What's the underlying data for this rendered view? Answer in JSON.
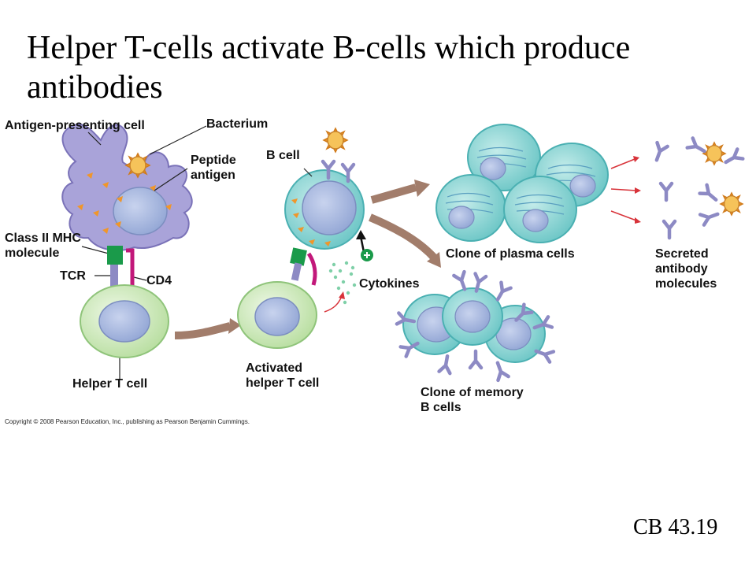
{
  "slide": {
    "title": "Helper T-cells activate B-cells which produce antibodies",
    "reference": "CB 43.19",
    "copyright": "Copyright © 2008 Pearson Education, Inc., publishing as Pearson Benjamin Cummings."
  },
  "labels": {
    "apc": "Antigen-presenting cell",
    "bacterium": "Bacterium",
    "peptide_antigen_1": "Peptide",
    "peptide_antigen_2": "antigen",
    "mhc_1": "Class II MHC",
    "mhc_2": "molecule",
    "tcr": "TCR",
    "cd4": "CD4",
    "helper_t": "Helper T cell",
    "b_cell": "B cell",
    "cytokines": "Cytokines",
    "activated_1": "Activated",
    "activated_2": "helper T cell",
    "plasma": "Clone of plasma cells",
    "memory_1": "Clone of memory",
    "memory_2": "B cells",
    "secreted_1": "Secreted",
    "secreted_2": "antibody",
    "secreted_3": "molecules"
  },
  "colors": {
    "apc_fill": "#a9a3d9",
    "b_cell_fill": "#8fd3d2",
    "t_cell_fill": "#cfe8bd",
    "nucleus_fill": "#a9b9dd",
    "mhc_green": "#1a9a4a",
    "cd4_magenta": "#c2187a",
    "flow_arrow": "#a27d6b",
    "antibody": "#8d8ac4",
    "bacterium": "#f3b94a",
    "red_arrow": "#d8333a"
  }
}
